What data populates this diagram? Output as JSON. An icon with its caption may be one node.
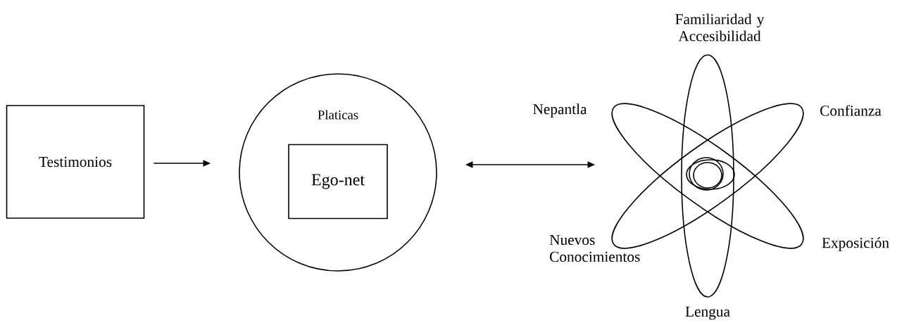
{
  "diagram": {
    "nodes": [
      {
        "text": [
          "Testimonios"
        ]
      },
      {
        "text": [
          "Platicas"
        ]
      },
      {
        "text": [
          "Ego-net"
        ],
        "in": 1
      },
      {
        "text": [],
        "shape": "picture"
      }
    ],
    "edges": [
      {
        "from": 0,
        "to": 1,
        "arrow": "to"
      },
      {
        "from": 1,
        "to": 3,
        "arrow": "both"
      }
    ],
    "labels": [
      "Familiaridad y Accesibilidad",
      "Nepantla",
      "Confianza",
      "Nuevos Conocimientos",
      "Exposición",
      "Lengua"
    ]
  }
}
